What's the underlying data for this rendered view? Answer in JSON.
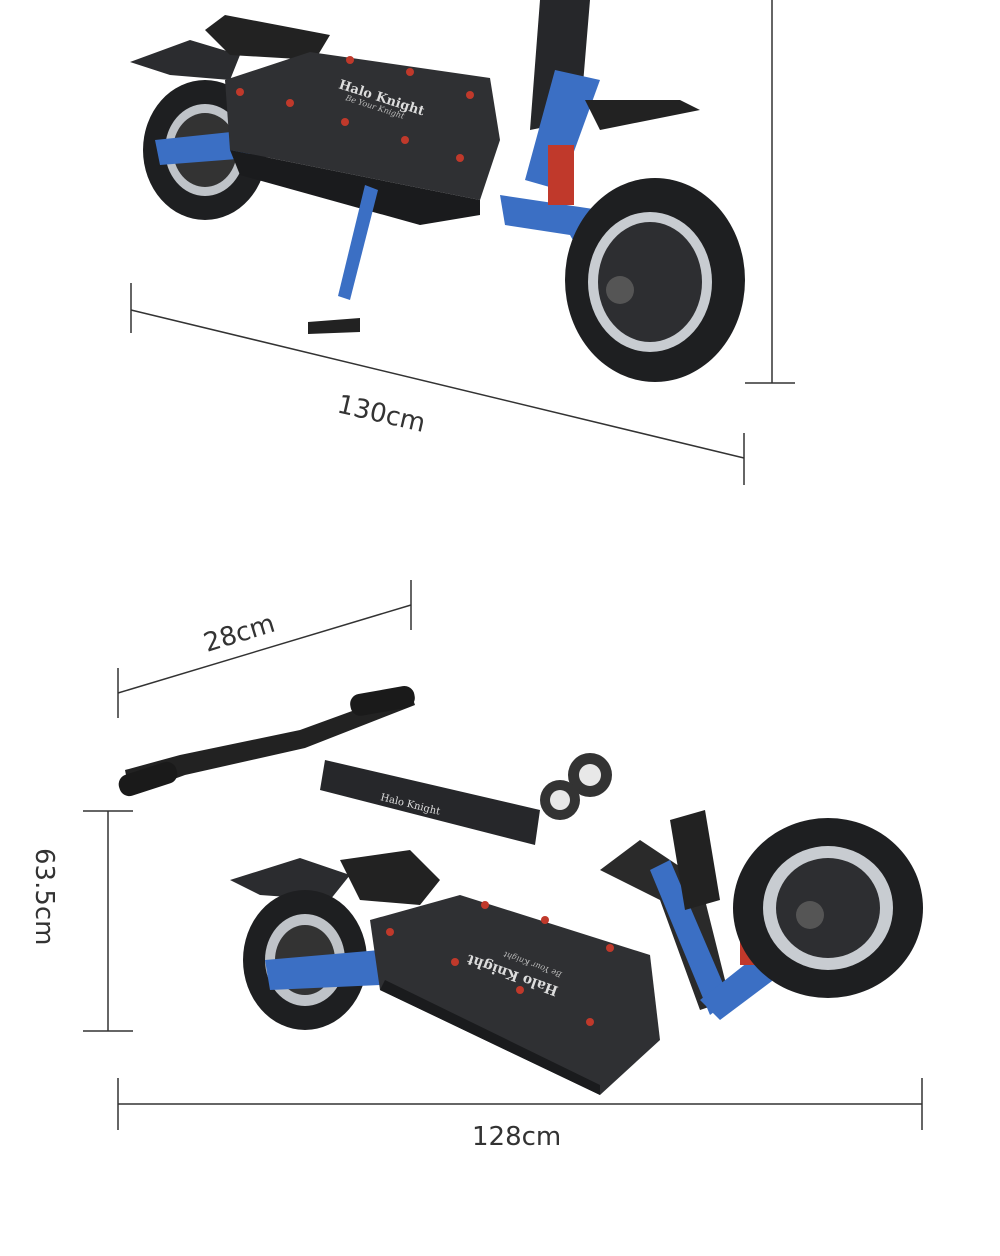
{
  "top_view": {
    "length_label": "130cm",
    "brand_logo": "Halo Knight",
    "brand_tagline": "Be Your Knight"
  },
  "bottom_view": {
    "handlebar_width_label": "28cm",
    "folded_height_label": "63.5cm",
    "folded_length_label": "128cm",
    "brand_logo": "Halo Knight",
    "brand_tagline": "Be Your Knight"
  },
  "colors": {
    "frame_blue": "#3b6fc4",
    "deck_black": "#2a2b2e",
    "bolt_red": "#c0392b",
    "dimension_line": "#333333"
  }
}
